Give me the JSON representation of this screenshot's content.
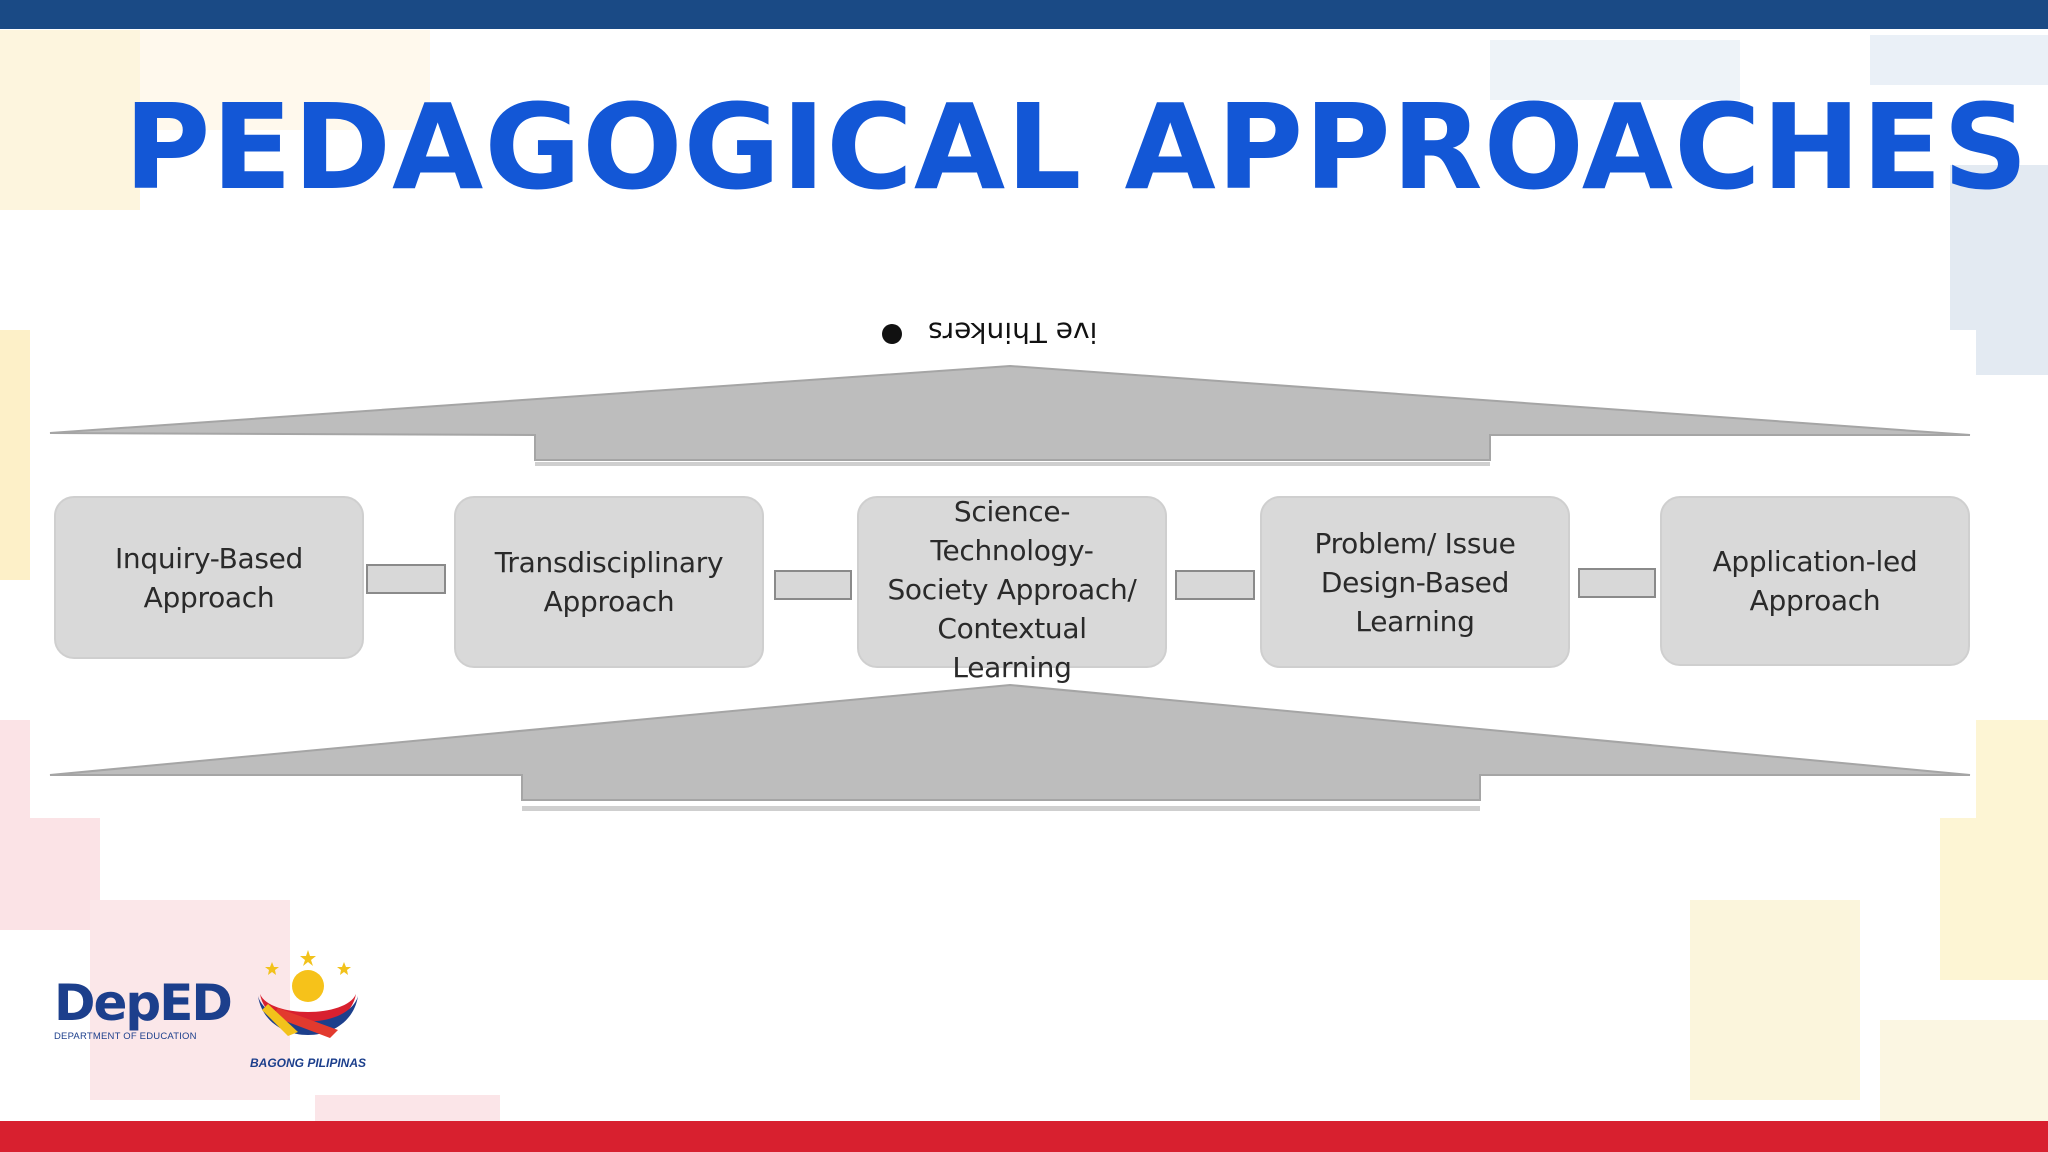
{
  "slide": {
    "title": "PEDAGOGICAL APPROACHES"
  },
  "diagram": {
    "cut_text": "ive Thinkers",
    "approaches": [
      {
        "label": "Inquiry-Based\nApproach"
      },
      {
        "label": "Transdisciplinary\nApproach"
      },
      {
        "label": "Science-\nTechnology-\nSociety Approach/\nContextual\nLearning"
      },
      {
        "label": "Problem/ Issue\nDesign-Based\nLearning"
      },
      {
        "label": "Application-led\nApproach"
      }
    ]
  },
  "logos": {
    "deped_wordmark": "DepED",
    "deped_subtitle": "DEPARTMENT OF EDUCATION",
    "bagong_pilipinas_caption": "BAGONG PILIPINAS"
  },
  "colors": {
    "title": "#1357d6",
    "top_bar": "#1a4a85",
    "bottom_bar": "#d8202f",
    "box_fill": "#d9d9d9",
    "arrow_fill": "#bdbdbd"
  }
}
